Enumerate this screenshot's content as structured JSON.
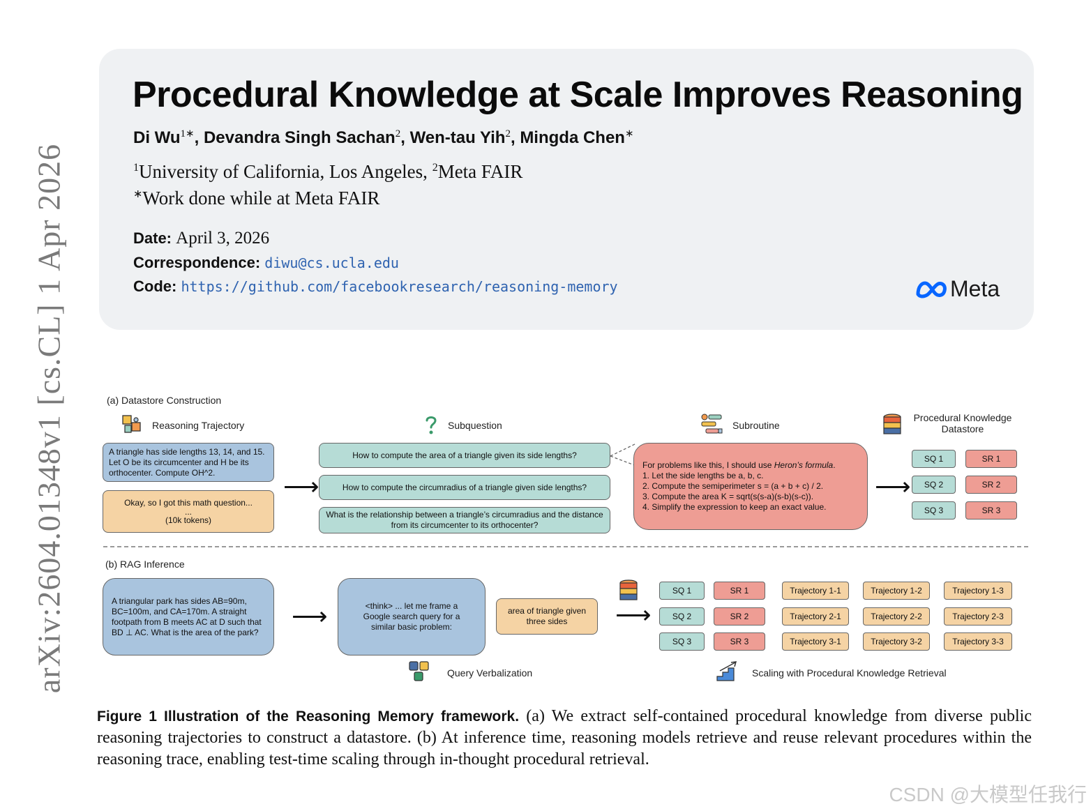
{
  "sidebar": {
    "arxiv_id": "arXiv:2604.01348v1  [cs.CL]  1 Apr 2026"
  },
  "header": {
    "title": "Procedural Knowledge at Scale Improves Reasoning",
    "authors": [
      {
        "name": "Di Wu",
        "sup": "1∗"
      },
      {
        "name": "Devandra Singh Sachan",
        "sup": "2"
      },
      {
        "name": "Wen-tau Yih",
        "sup": "2"
      },
      {
        "name": "Mingda Chen",
        "sup": "∗"
      }
    ],
    "affil_line1_sup1": "1",
    "affil_line1_a": "University of California, Los Angeles, ",
    "affil_line1_sup2": "2",
    "affil_line1_b": "Meta FAIR",
    "affil_line2_sup": "∗",
    "affil_line2": "Work done while at Meta FAIR",
    "date_label": "Date:",
    "date_value": "April 3, 2026",
    "corr_label": "Correspondence:",
    "corr_value": "diwu@cs.ucla.edu",
    "code_label": "Code:",
    "code_value": "https://github.com/facebookresearch/reasoning-memory",
    "logo_text": "Meta"
  },
  "figure": {
    "a": {
      "section_label": "(a) Datastore Construction",
      "col_reasoning": "Reasoning Trajectory",
      "col_subquestion": "Subquestion",
      "col_subroutine": "Subroutine",
      "col_datastore_l1": "Procedural Knowledge",
      "col_datastore_l2": "Datastore",
      "problem": "A triangle has side lengths 13, 14, and 15. Let O be its circumcenter and H be its orthocenter. Compute OH^2.",
      "trajectory_l1": "Okay, so I got this math question...",
      "trajectory_l2": "...",
      "trajectory_l3": "(10k tokens)",
      "subquestions": [
        "How to compute the area of a triangle given its side lengths?",
        "How to compute the circumradius of a triangle given side lengths?",
        "What is the relationship between a triangle’s circumradius and the distance from its circumcenter to its orthocenter?"
      ],
      "subroutine_intro": "For problems like this, I should use ",
      "subroutine_formula": "Heron’s formula",
      "subroutine_intro_end": ".",
      "subroutine_steps": [
        "1. Let the side lengths be a, b, c.",
        "2. Compute the semiperimeter s = (a + b + c) / 2.",
        "3. Compute the area K = sqrt(s(s-a)(s-b)(s-c)).",
        "4. Simplify the expression to keep an exact value."
      ],
      "sq": [
        "SQ 1",
        "SQ 2",
        "SQ 3"
      ],
      "sr": [
        "SR 1",
        "SR 2",
        "SR 3"
      ]
    },
    "b": {
      "section_label": "(b) RAG Inference",
      "problem": "A triangular park has sides AB=90m, BC=100m, and CA=170m. A straight footpath from B meets AC at D such that BD ⊥ AC. What is the area of the park?",
      "think": "<think> ... let me frame a Google search query for a similar basic problem:",
      "query": "area of triangle given three sides",
      "query_verbalization": "Query Verbalization",
      "scaling_label": "Scaling with Procedural Knowledge Retrieval",
      "sq": [
        "SQ 1",
        "SQ 2",
        "SQ 3"
      ],
      "sr": [
        "SR 1",
        "SR 2",
        "SR 3"
      ],
      "trajectories": [
        [
          "Trajectory 1-1",
          "Trajectory 1-2",
          "Trajectory 1-3"
        ],
        [
          "Trajectory 2-1",
          "Trajectory 2-2",
          "Trajectory 2-3"
        ],
        [
          "Trajectory 3-1",
          "Trajectory 3-2",
          "Trajectory 3-3"
        ]
      ]
    },
    "caption_label": "Figure 1  Illustration of the Reasoning Memory framework.",
    "caption_text": " (a) We extract self-contained procedural knowledge from diverse public reasoning trajectories to construct a datastore.  (b) At inference time, reasoning models retrieve and reuse relevant procedures within the reasoning trace, enabling test-time scaling through in-thought procedural retrieval."
  },
  "watermark": "CSDN @大模型任我行"
}
